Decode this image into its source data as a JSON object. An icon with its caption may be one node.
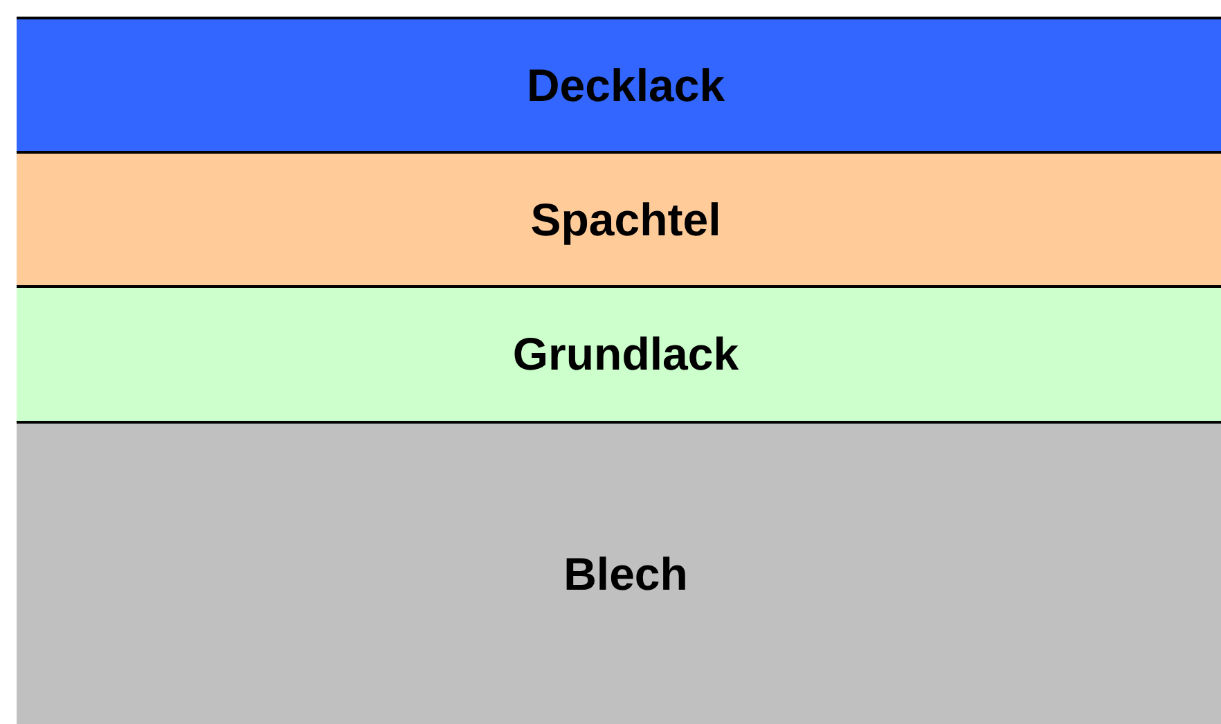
{
  "diagram": {
    "nodes": [
      {
        "text": [
          "Decklack"
        ]
      },
      {
        "text": [
          "Spachtel"
        ]
      },
      {
        "text": [
          "Grundlack"
        ]
      },
      {
        "text": [
          "Blech"
        ]
      }
    ]
  }
}
